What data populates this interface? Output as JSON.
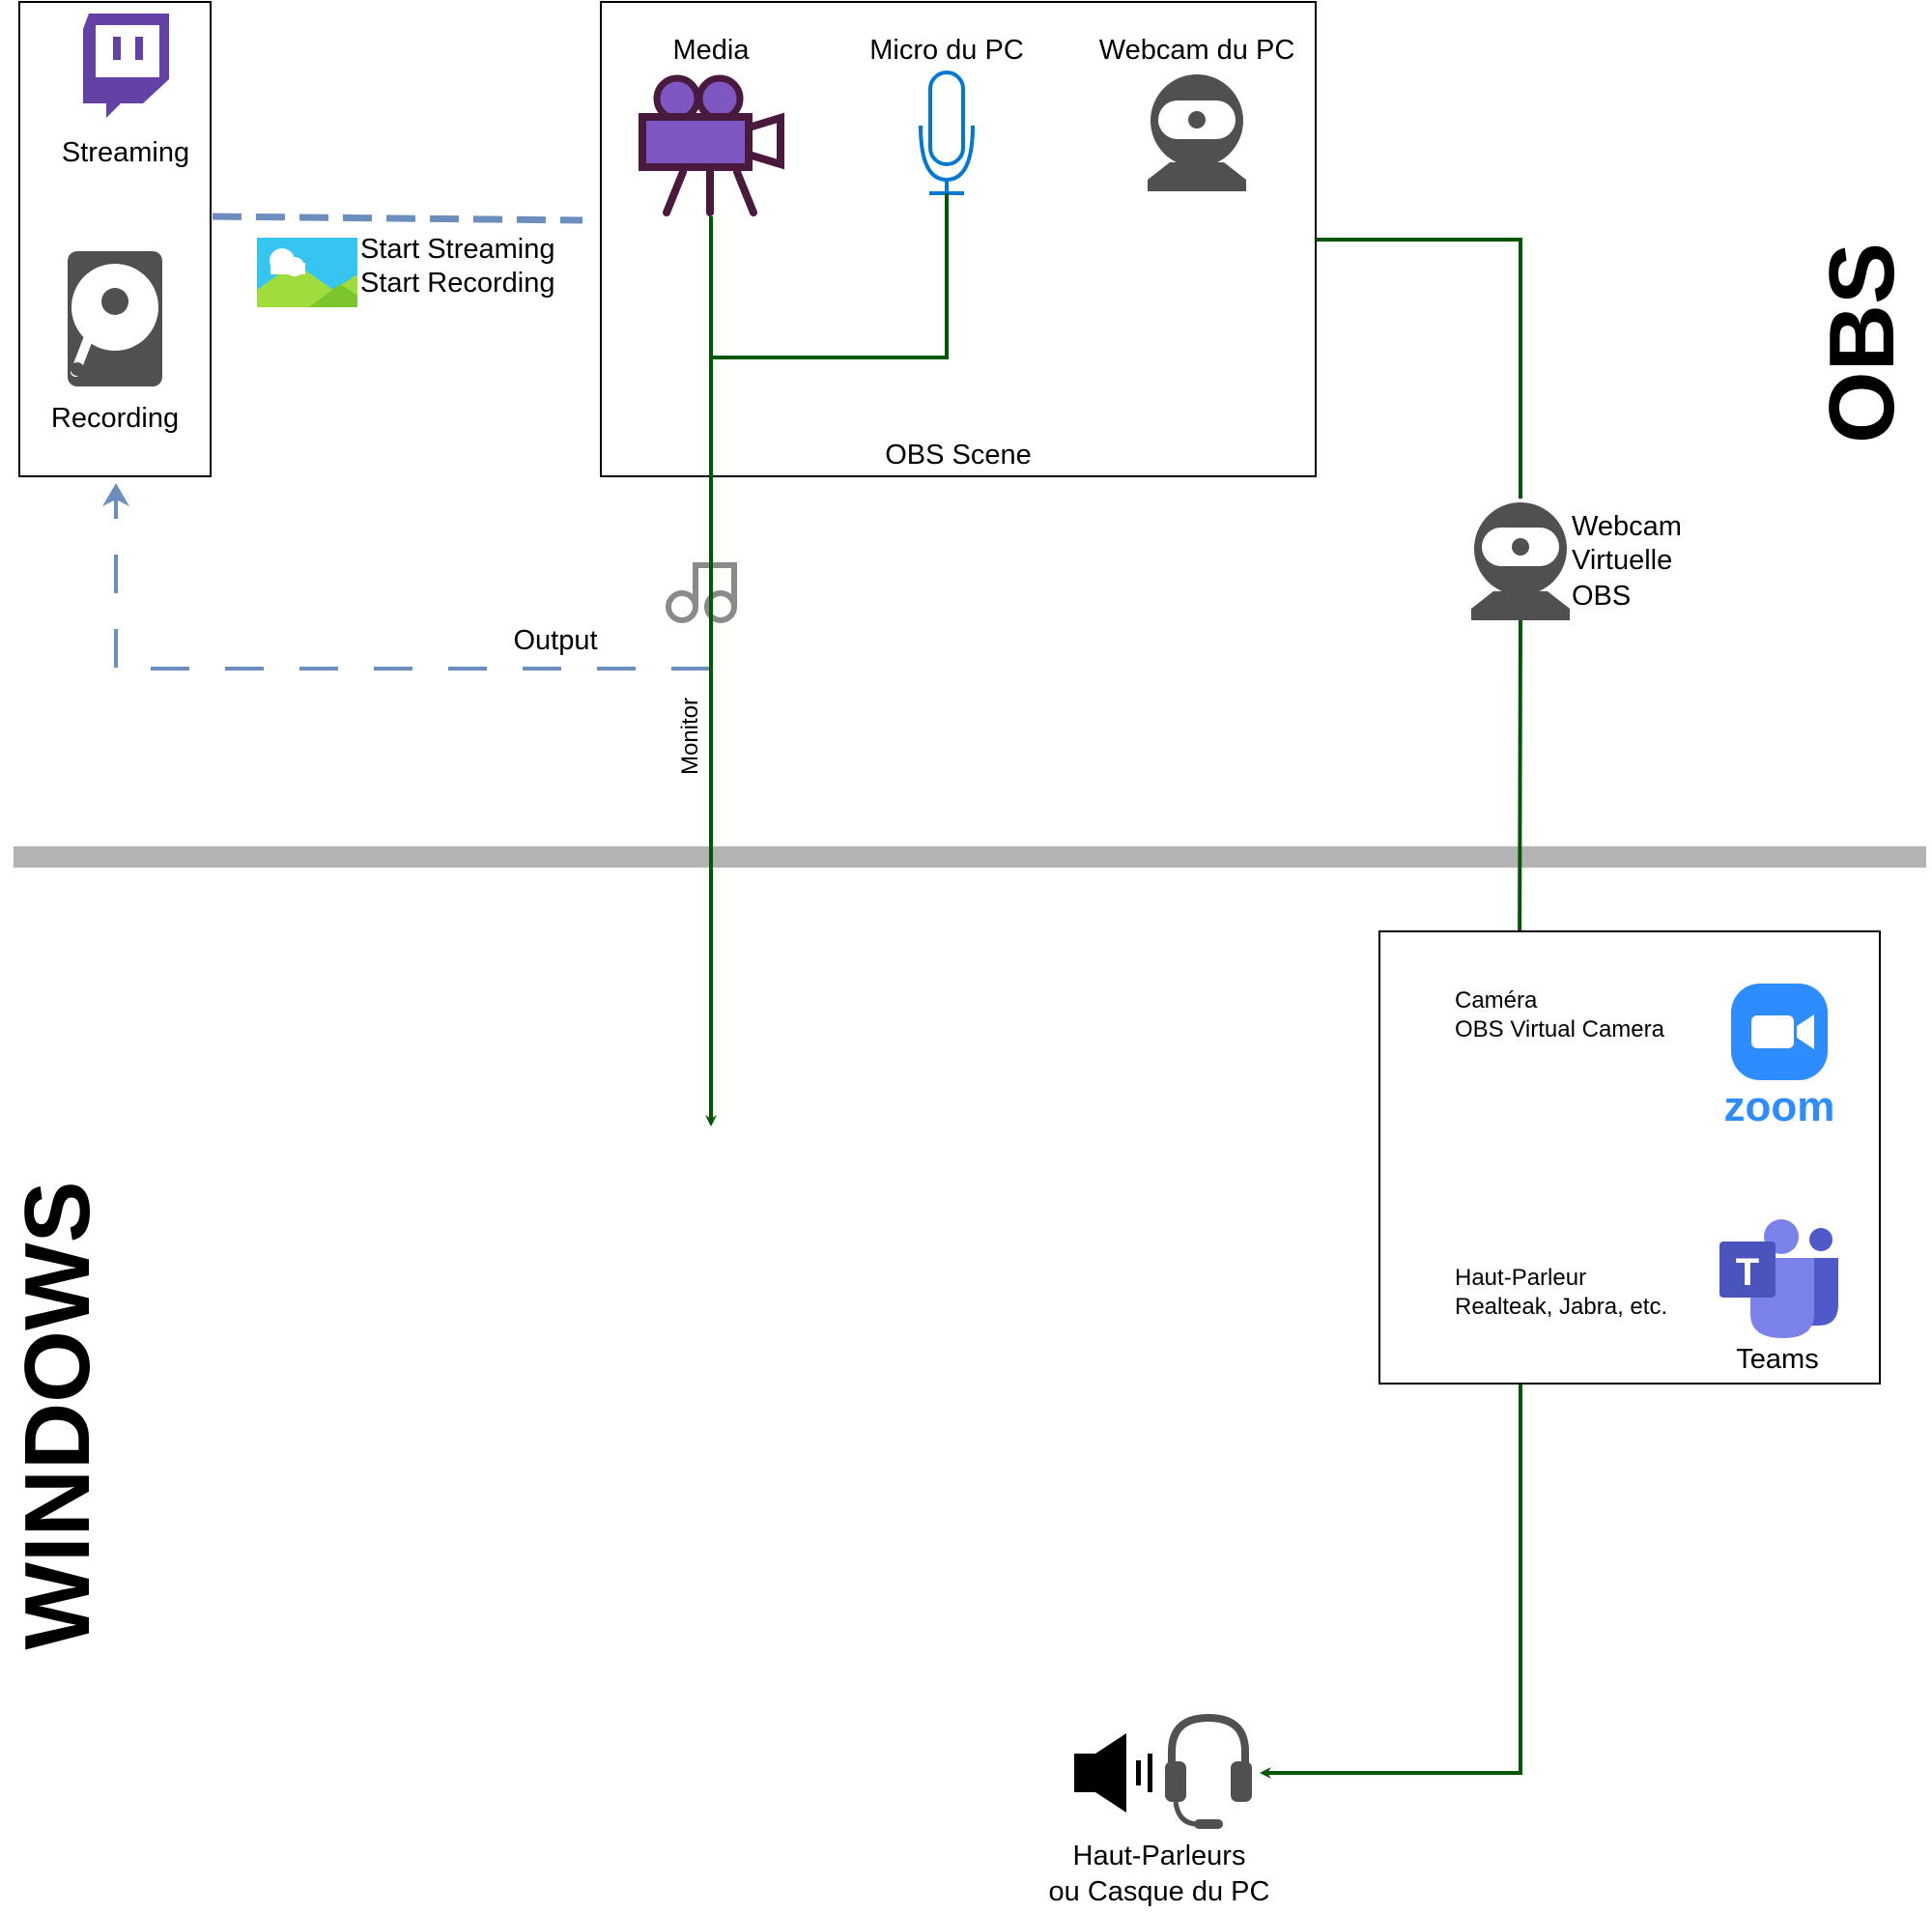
{
  "sections": {
    "top": "OBS",
    "bottom": "WINDOWS"
  },
  "sinks": {
    "streaming": "Streaming",
    "recording": "Recording"
  },
  "scene": {
    "title": "OBS Scene",
    "media": "Media",
    "micro": "Micro du PC",
    "webcam": "Webcam du PC"
  },
  "actions": {
    "start_streaming": "Start Streaming",
    "start_recording": "Start Recording"
  },
  "edges": {
    "output": "Output",
    "monitor": "Monitor"
  },
  "virtual_webcam": {
    "line1": "Webcam",
    "line2": "Virtuelle",
    "line3": "OBS"
  },
  "apps": {
    "camera_line1": "Caméra",
    "camera_line2": "OBS Virtual Camera",
    "zoom": "zoom",
    "speaker_line1": "Haut-Parleur",
    "speaker_line2": "Realteak, Jabra, etc.",
    "teams": "Teams",
    "teams_letter": "T"
  },
  "output_device": {
    "line1": "Haut-Parleurs",
    "line2": "ou Casque du PC"
  },
  "colors": {
    "green": "#005700",
    "blue_dashed": "#6c8ebf",
    "separator": "#b3b3b3",
    "twitch": "#6441a5",
    "camera_purple": "#7e57c2",
    "camera_dark": "#4a1a3e",
    "mic_blue": "#0078d4",
    "webcam_gray": "#505050",
    "zoom_blue": "#2d8cff",
    "teams_purple": "#5059c9"
  }
}
